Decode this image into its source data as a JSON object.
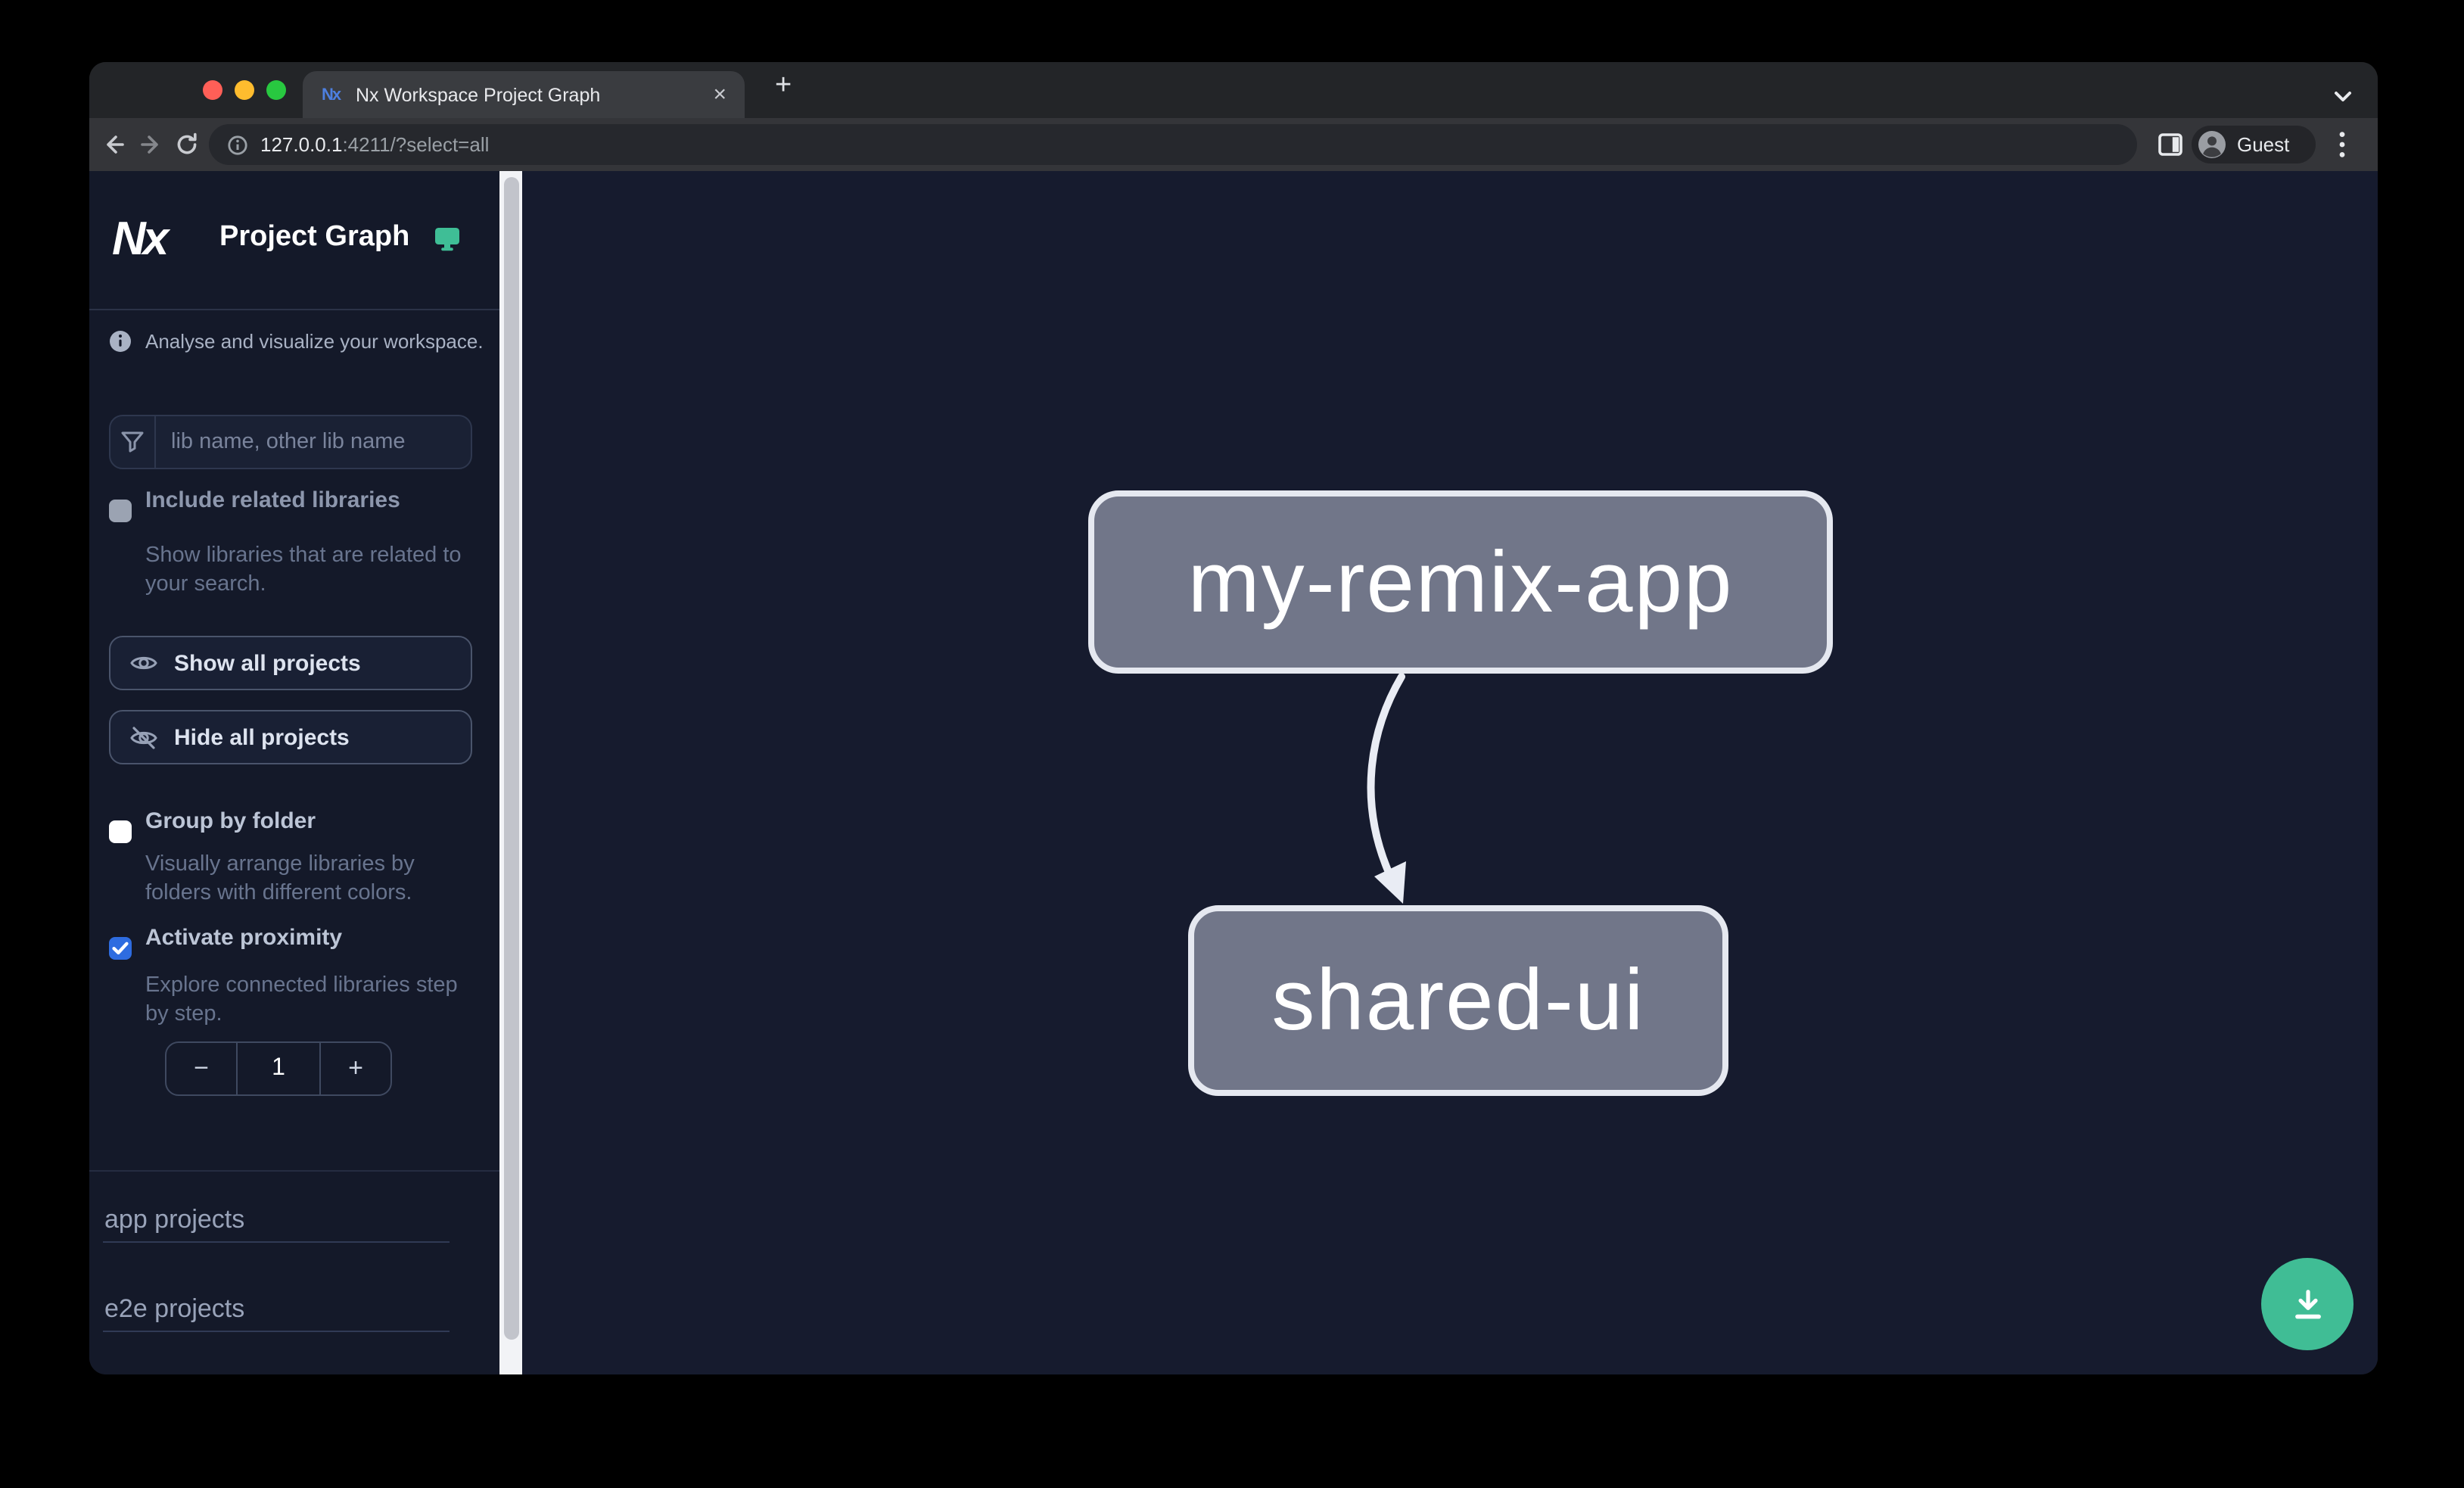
{
  "window": {
    "tab_title": "Nx Workspace Project Graph",
    "close_glyph": "×",
    "new_tab_glyph": "+",
    "favicon_glyph": "Nx",
    "url_host": "127.0.0.1",
    "url_path": ":4211/?select=all",
    "profile_label": "Guest"
  },
  "sidebar": {
    "logo_glyph": "Nx",
    "title": "Project Graph",
    "tagline": "Analyse and visualize your workspace.",
    "search_placeholder": "lib name, other lib name",
    "include_related": {
      "label": "Include related libraries",
      "description": "Show libraries that are related to your search.",
      "checked": false
    },
    "show_all_label": "Show all projects",
    "hide_all_label": "Hide all projects",
    "group_by_folder": {
      "label": "Group by folder",
      "description": "Visually arrange libraries by folders with different colors.",
      "checked": false
    },
    "activate_proximity": {
      "label": "Activate proximity",
      "description": "Explore connected libraries step by step.",
      "checked": true,
      "value": "1",
      "decrement_glyph": "−",
      "increment_glyph": "+"
    },
    "sections": [
      {
        "label": "app projects"
      },
      {
        "label": "e2e projects"
      }
    ]
  },
  "graph": {
    "nodes": [
      {
        "label": "my-remix-app"
      },
      {
        "label": "shared-ui"
      }
    ],
    "edges": [
      {
        "from": "my-remix-app",
        "to": "shared-ui"
      }
    ]
  },
  "colors": {
    "accent_teal": "#40bd95",
    "checkbox_blue": "#2e6ce0",
    "node_fill": "#717689",
    "node_border": "#e5e8f0",
    "canvas_bg": "#161b2e",
    "sidebar_bg": "#141929",
    "traffic_red": "#ff5f57",
    "traffic_yellow": "#febc2e",
    "traffic_green": "#28c840"
  }
}
